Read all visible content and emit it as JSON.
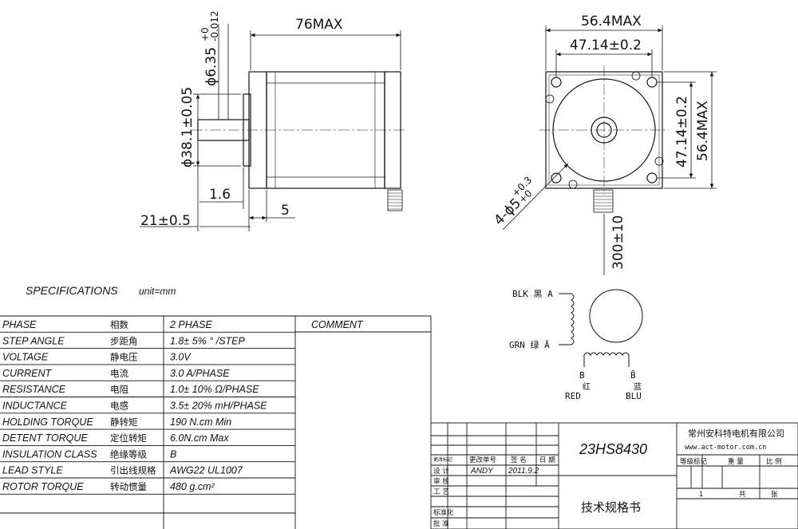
{
  "dimensions": {
    "shaft_dia": "ϕ6.35",
    "shaft_tol_upper": "+0",
    "shaft_tol_lower": "-0.012",
    "body_length": "76MAX",
    "boss_dia": "ϕ38.1±0.05",
    "boss_height": "1.6",
    "flange_thk": "5",
    "shaft_length": "21±0.5",
    "width_top": "56.4MAX",
    "hole_spacing_top": "47.14±0.2",
    "hole_spacing_side": "47.14±0.2",
    "width_side": "56.4MAX",
    "mount_holes": "4-ϕ5",
    "mount_holes_tol_upper": "+0.3",
    "mount_holes_tol_lower": "+0",
    "lead_length": "300±10"
  },
  "specifications": {
    "title": "SPECIFICATIONS",
    "unit": "unit=mm",
    "comment_header": "COMMENT",
    "rows": [
      {
        "en": "PHASE",
        "cn": "相数",
        "value": "2  PHASE"
      },
      {
        "en": "STEP ANGLE",
        "cn": "步距角",
        "value": "1.8± 5% ° /STEP"
      },
      {
        "en": "VOLTAGE",
        "cn": "静电压",
        "value": "3.0V"
      },
      {
        "en": "CURRENT",
        "cn": "电流",
        "value": "3.0 A/PHASE"
      },
      {
        "en": "RESISTANCE",
        "cn": "电阻",
        "value": "1.0± 10%  Ω/PHASE"
      },
      {
        "en": "INDUCTANCE",
        "cn": "电感",
        "value": "3.5± 20% mH/PHASE"
      },
      {
        "en": "HOLDING TORQUE",
        "cn": "静转矩",
        "value": "190 N.cm Min"
      },
      {
        "en": "DETENT TORQUE",
        "cn": "定位转矩",
        "value": "6.0N.cm Max"
      },
      {
        "en": "INSULATION CLASS",
        "cn": "绝缘等级",
        "value": "B"
      },
      {
        "en": "LEAD STYLE",
        "cn": "引出线规格",
        "value": "AWG22 UL1007"
      },
      {
        "en": "ROTOR TORQUE",
        "cn": "转动惯量",
        "value": "480 g.cm²"
      }
    ]
  },
  "wiring": {
    "blk": "BLK 黑 A",
    "grn": "GRN 绿 Ā",
    "b": "B",
    "b_bar": "B̄",
    "red_cn": "红",
    "red": "RED",
    "blu_cn": "蓝",
    "blu": "BLU"
  },
  "title_block": {
    "model": "23HS8430",
    "company_cn": "常州安科特电机有限公司",
    "company_url": "www.act-motor.com.cn",
    "grade_label": "等级标记",
    "weight_label": "重  量",
    "ratio_label": "比  例",
    "sheet_count": "1",
    "total_label": "共",
    "sheet_label": "张",
    "doc_title": "技术规格书",
    "change_mark": "更改标记",
    "change_doc": "更改单号",
    "sign": "签  名",
    "date_label": "日 期",
    "design": "设  计",
    "design_by": "ANDY",
    "design_date": "2011.9.2",
    "review": "审  核",
    "process": "工  艺",
    "standard": "标准化",
    "approve": "批  准"
  }
}
